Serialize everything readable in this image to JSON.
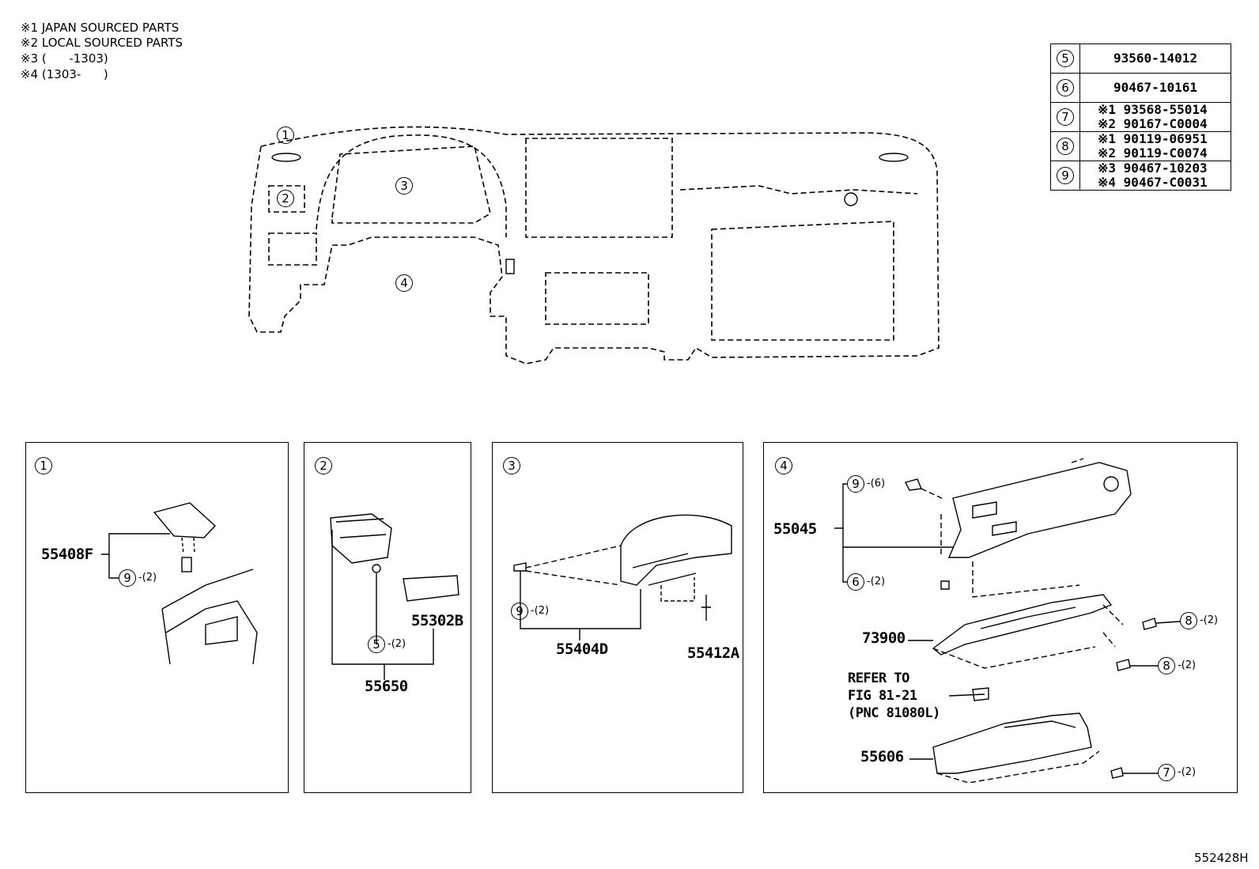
{
  "notes": [
    "※1 JAPAN SOURCED PARTS",
    "※2 LOCAL SOURCED PARTS",
    "※3 (      -1303)",
    "※4 (1303-      )"
  ],
  "ref_table": [
    {
      "num": "5",
      "lines": [
        "93560-14012"
      ]
    },
    {
      "num": "6",
      "lines": [
        "90467-10161"
      ]
    },
    {
      "num": "7",
      "lines": [
        "※1 93568-55014",
        "※2 90167-C0004"
      ]
    },
    {
      "num": "8",
      "lines": [
        "※1 90119-06951",
        "※2 90119-C0074"
      ]
    },
    {
      "num": "9",
      "lines": [
        "※3 90467-10203",
        "※4 90467-C0031"
      ]
    }
  ],
  "overview": {
    "callouts": [
      "1",
      "2",
      "3",
      "4"
    ]
  },
  "panel1": {
    "num": "1",
    "part": "55408F",
    "callout": "9",
    "qty": "-(2)"
  },
  "panel2": {
    "num": "2",
    "parts": [
      "55302B",
      "55650"
    ],
    "callout": "5",
    "qty": "-(2)"
  },
  "panel3": {
    "num": "3",
    "parts": [
      "55404D",
      "55412A"
    ],
    "callout": "9",
    "qty": "-(2)"
  },
  "panel4": {
    "num": "4",
    "parts": [
      "55045",
      "73900",
      "55606"
    ],
    "callouts": [
      {
        "num": "9",
        "qty": "-(6)"
      },
      {
        "num": "6",
        "qty": "-(2)"
      },
      {
        "num": "8",
        "qty": "-(2)"
      },
      {
        "num": "8",
        "qty": "-(2)"
      },
      {
        "num": "7",
        "qty": "-(2)"
      }
    ],
    "refer": [
      "REFER TO",
      "FIG 81-21",
      "(PNC 81080L)"
    ]
  },
  "figure_id": "552428H"
}
